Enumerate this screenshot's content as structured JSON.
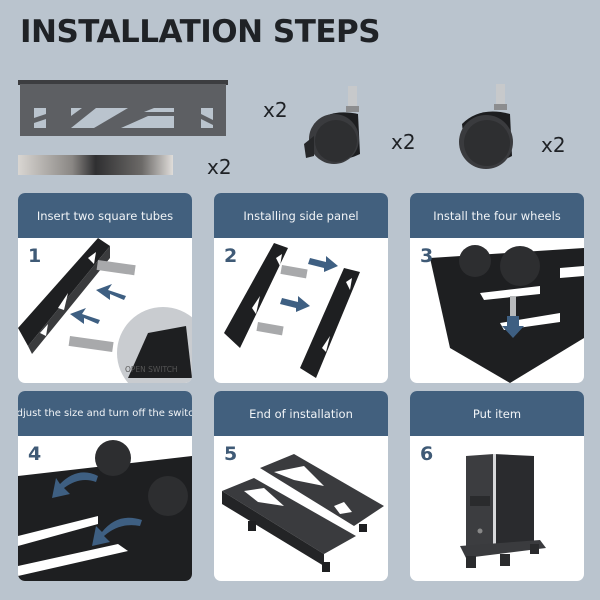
{
  "title": "INSTALLATION STEPS",
  "parts": [
    {
      "name": "side-panel",
      "qty": "x2"
    },
    {
      "name": "square-tube",
      "qty": "x2"
    },
    {
      "name": "caster-with-brake",
      "qty": "x2"
    },
    {
      "name": "caster",
      "qty": "x2"
    }
  ],
  "steps": [
    {
      "number": "1",
      "label": "Insert two square tubes",
      "caption": "OPEN SWITCH"
    },
    {
      "number": "2",
      "label": "Installing side panel"
    },
    {
      "number": "3",
      "label": "Install the four wheels"
    },
    {
      "number": "4",
      "label": "Adjust the size and turn off the switch"
    },
    {
      "number": "5",
      "label": "End of installation"
    },
    {
      "number": "6",
      "label": "Put item"
    }
  ],
  "colors": {
    "background": "#bac4ce",
    "header": "#42607e",
    "step_number": "#3f5a76",
    "arrow": "#3e5f82"
  }
}
